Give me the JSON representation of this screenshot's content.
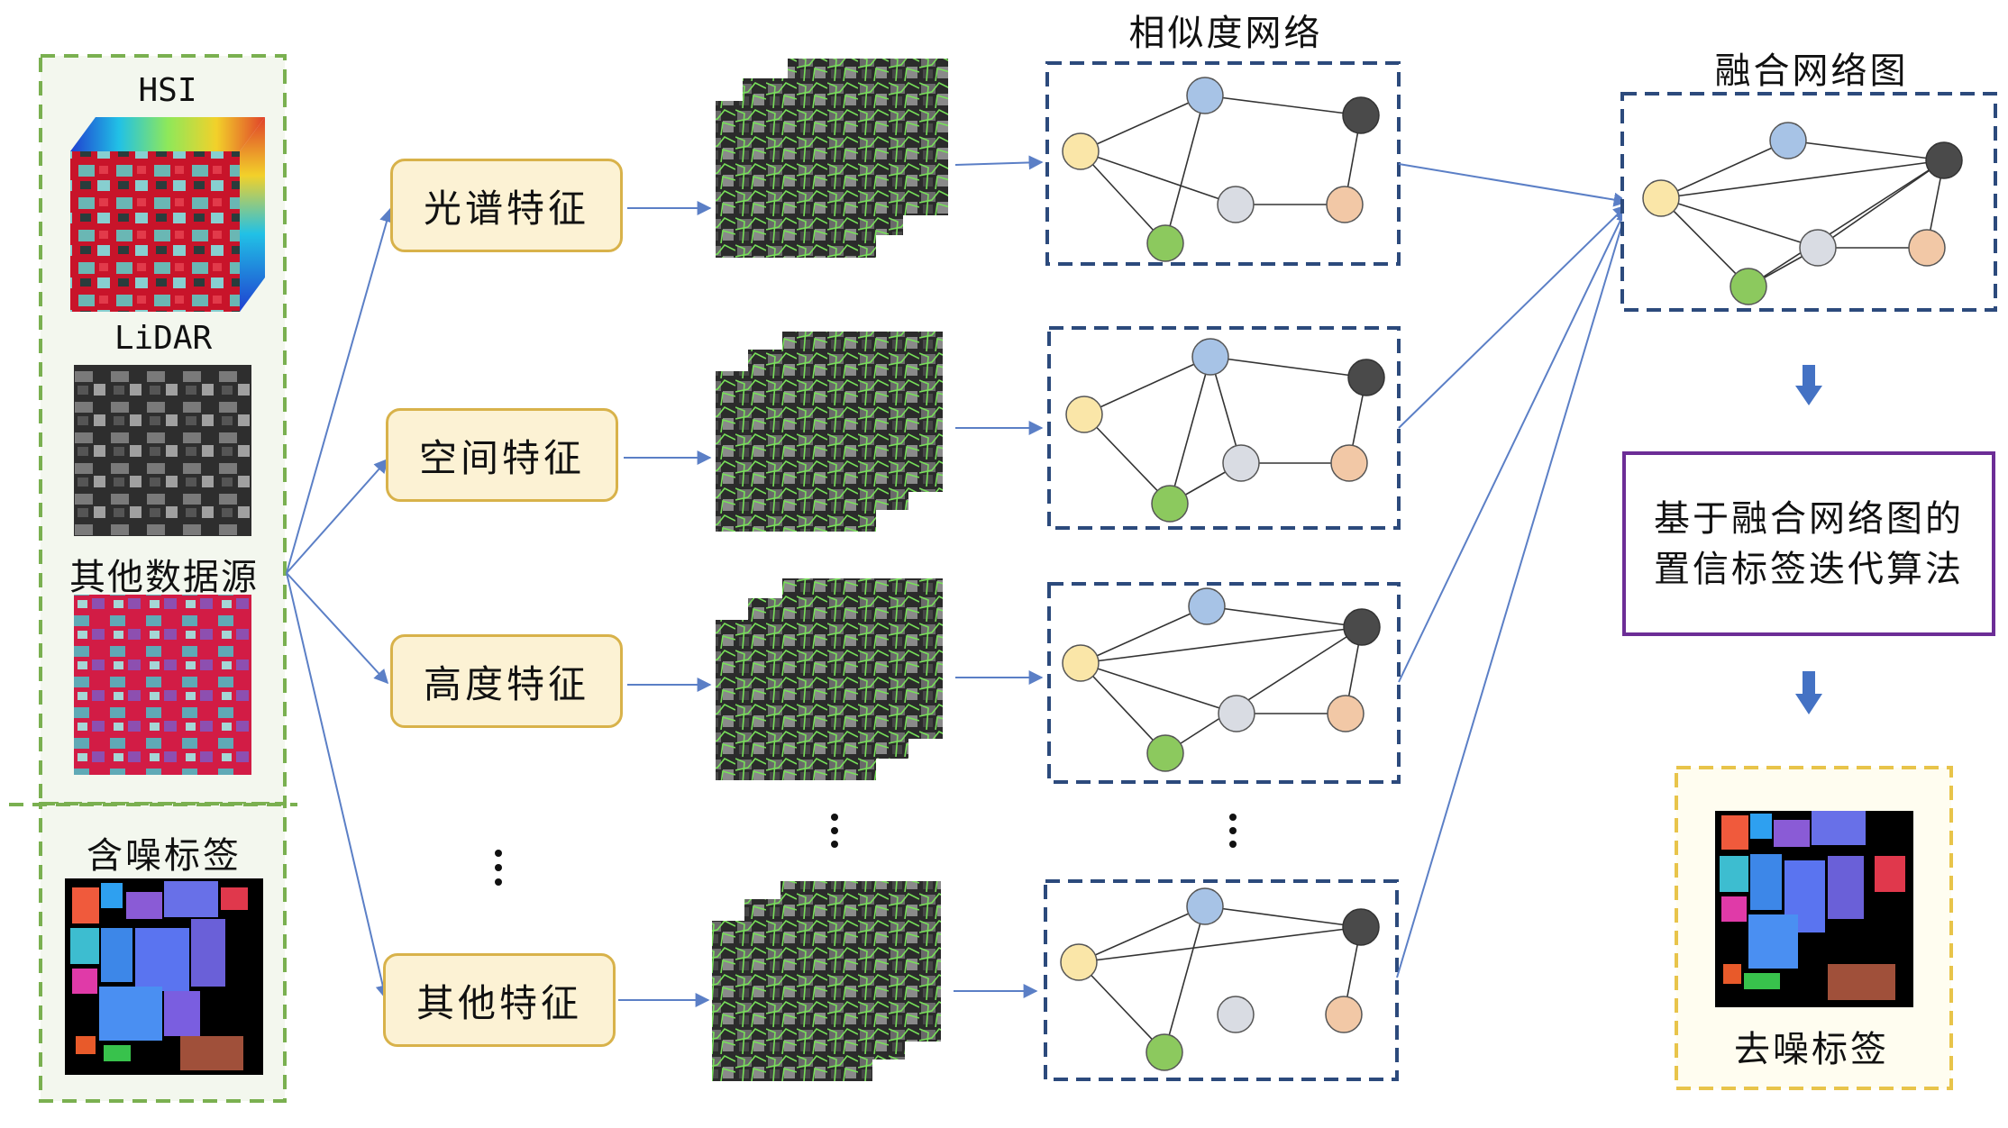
{
  "inputs": {
    "hsi_label": "HSI",
    "lidar_label": "LiDAR",
    "other_label": "其他数据源",
    "noisy_label": "含噪标签"
  },
  "features": [
    "光谱特征",
    "空间特征",
    "高度特征",
    "其他特征"
  ],
  "similarity_title": "相似度网络",
  "fused_title": "融合网络图",
  "algorithm": {
    "line1": "基于融合网络图的",
    "line2": "置信标签迭代算法"
  },
  "output_label": "去噪标签",
  "node_colors": {
    "yellow": "#fae6a8",
    "blue": "#a7c3e6",
    "dark": "#4a4a4a",
    "gray": "#d9dce3",
    "peach": "#f2c8a6",
    "green": "#8cc95e"
  },
  "colors": {
    "green_dash": "#7ab050",
    "navy_dash": "#2c4a7c",
    "gold_dash": "#e8c44a",
    "arrow": "#5b7fc6",
    "feature_border": "#d8b24a",
    "feature_fill": "#fcf2d4",
    "algo_border": "#6c2d96",
    "down_arrow": "#4472c4"
  }
}
